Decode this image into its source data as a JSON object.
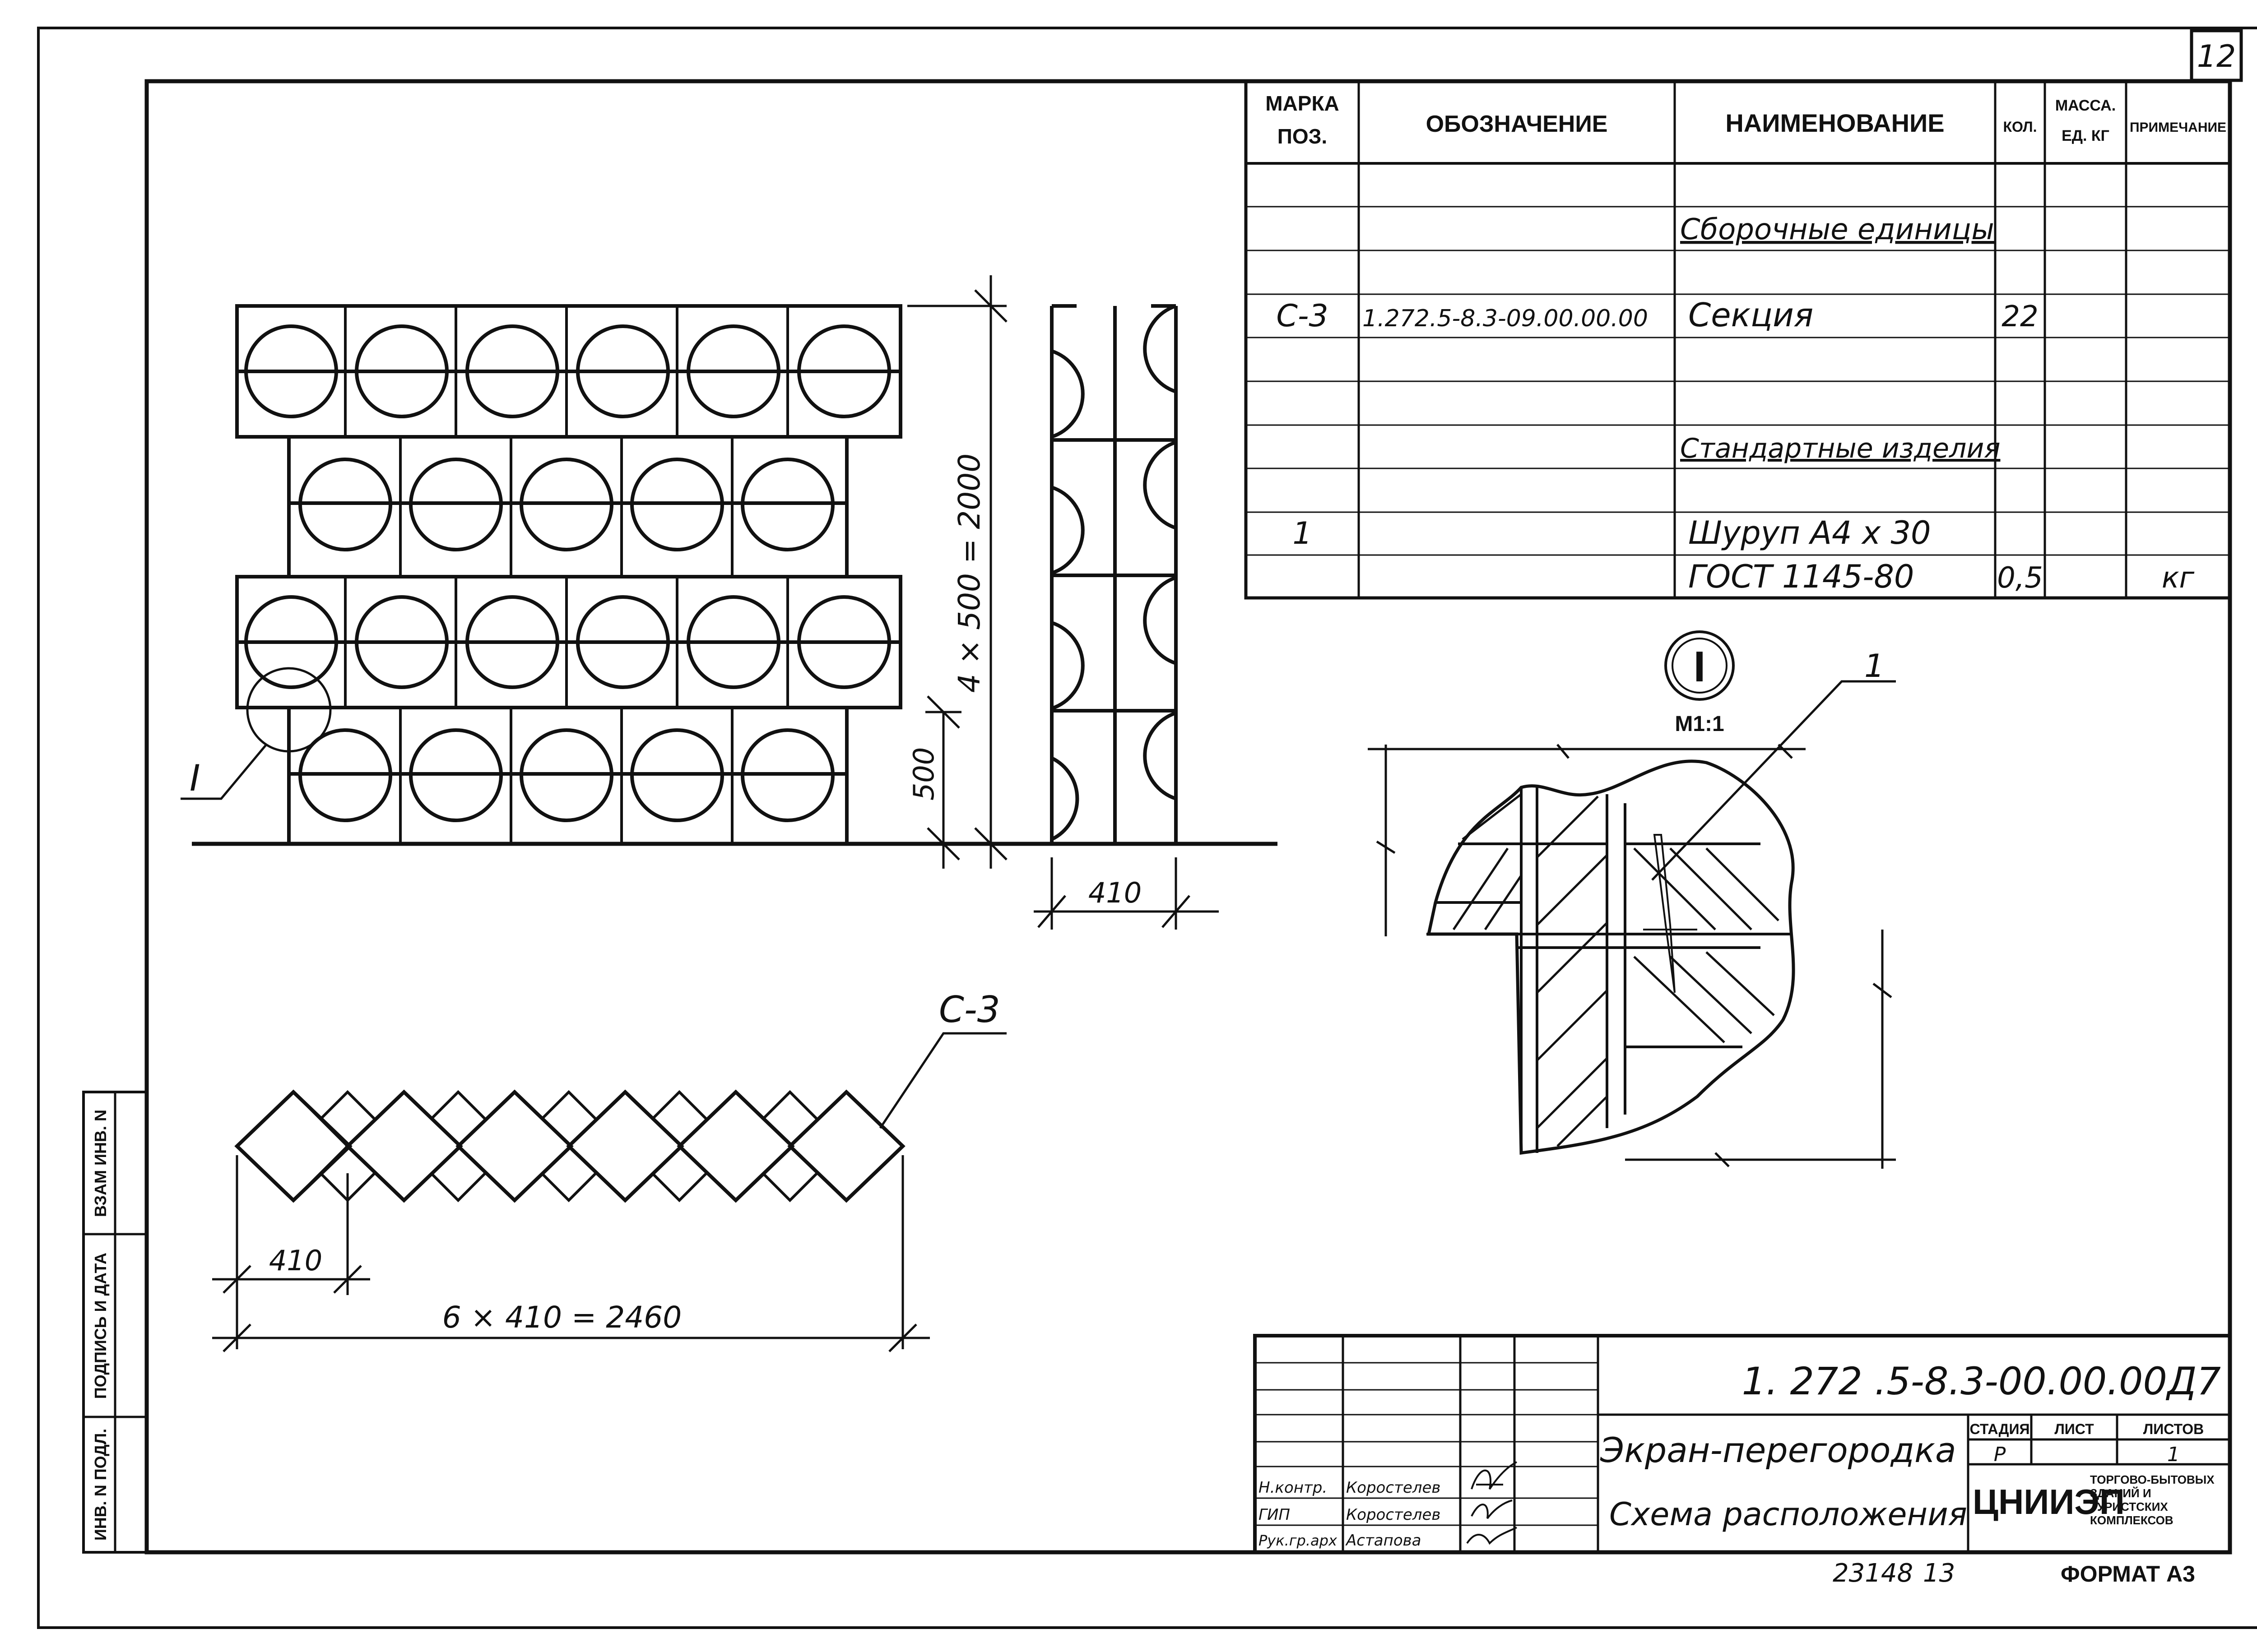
{
  "sheet_number": "12",
  "spec_table": {
    "headers": {
      "mark_line1": "МАРКА",
      "mark_line2": "ПОЗ.",
      "designation": "ОБОЗНАЧЕНИЕ",
      "name": "НАИМЕНОВАНИЕ",
      "qty": "КОЛ.",
      "mass_line1": "МАССА.",
      "mass_line2": "ЕД. КГ",
      "note": "ПРИМЕЧАНИЕ"
    },
    "rows": [
      {
        "mark": "",
        "designation": "",
        "name": "",
        "qty": "",
        "mass": "",
        "note": ""
      },
      {
        "mark": "",
        "designation": "",
        "name": "Сборочные единицы",
        "qty": "",
        "mass": "",
        "note": ""
      },
      {
        "mark": "",
        "designation": "",
        "name": "",
        "qty": "",
        "mass": "",
        "note": ""
      },
      {
        "mark": "С-3",
        "designation": "1.272.5-8.3-09.00.00.00",
        "name": "Секция",
        "qty": "22",
        "mass": "",
        "note": ""
      },
      {
        "mark": "",
        "designation": "",
        "name": "",
        "qty": "",
        "mass": "",
        "note": ""
      },
      {
        "mark": "",
        "designation": "",
        "name": "",
        "qty": "",
        "mass": "",
        "note": ""
      },
      {
        "mark": "",
        "designation": "",
        "name": "Стандартные изделия",
        "qty": "",
        "mass": "",
        "note": ""
      },
      {
        "mark": "",
        "designation": "",
        "name": "",
        "qty": "",
        "mass": "",
        "note": ""
      },
      {
        "mark": "1",
        "designation": "",
        "name": "Шуруп А4 х 30",
        "qty": "",
        "mass": "",
        "note": ""
      },
      {
        "mark": "",
        "designation": "",
        "name": "ГОСТ 1145-80",
        "qty": "0,5",
        "mass": "",
        "note": "кг"
      }
    ]
  },
  "elevation": {
    "dim_total": "4 × 500 = 2000",
    "dim_step": "500",
    "callout": "I"
  },
  "side_view": {
    "dim_width": "410"
  },
  "detail": {
    "marker": "I",
    "scale": "М1:1",
    "leader_label": "1"
  },
  "plan": {
    "mark": "С-3",
    "dim_step": "410",
    "dim_total": "6 × 410 = 2460"
  },
  "side_stamp": {
    "inv_no": "ИНВ. N ПОДЛ.",
    "sign_date": "ПОДПИСЬ И ДАТА",
    "replaced_inv": "ВЗАМ ИНВ. N"
  },
  "title_block": {
    "doc_code": "1. 272 .5-8.3-00.00.00Д7",
    "title_line1": "Экран-перегородка",
    "title_line2": "Схема расположения",
    "stage_label": "СТАДИЯ",
    "sheet_label": "ЛИСТ",
    "sheets_label": "ЛИСТОВ",
    "stage_value": "Р",
    "sheets_value": "1",
    "org_logo": "ЦНИИЭП",
    "org_text": [
      "ТОРГОВО-БЫТОВЫХ",
      "ЗДАНИЙ И",
      "ТУРИСТСКИХ",
      "КОМПЛЕКСОВ"
    ],
    "roles": [
      {
        "role": "Н.контр.",
        "name": "Коростелев"
      },
      {
        "role": "ГИП",
        "name": "Коростелев"
      },
      {
        "role": "Рук.гр.арх",
        "name": "Астапова"
      }
    ]
  },
  "footer": {
    "number": "23148",
    "page": "13",
    "format": "ФОРМАТ А3"
  }
}
